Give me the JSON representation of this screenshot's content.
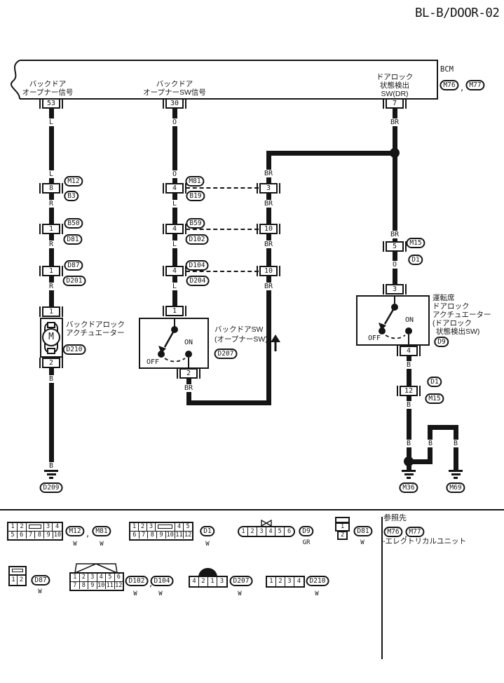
{
  "title": "BL-B/DOOR-02",
  "punct": {
    "comma": ","
  },
  "wire_colors": {
    "L": "L",
    "O": "O",
    "R": "R",
    "B": "B",
    "BR": "BR"
  },
  "bcm": {
    "name": "BCM",
    "conn_left": "M76",
    "conn_right": "M77",
    "pin53": {
      "line1": "バックドア",
      "line2": "オープナー信号",
      "pin": "53"
    },
    "pin30": {
      "line1": "バックドア",
      "line2": "オープナーSW信号",
      "pin": "30"
    },
    "pin7": {
      "line1": "ドアロック",
      "line2": "状態検出",
      "line3": "SW(DR)",
      "pin": "7"
    }
  },
  "inline_connectors": {
    "c8": {
      "pin": "8",
      "top": "M12",
      "bottom": "B3"
    },
    "c1a": {
      "pin": "1",
      "top": "B50",
      "bottom": "D81"
    },
    "c1b": {
      "pin": "1",
      "top": "D87",
      "bottom": "D201"
    },
    "c4a": {
      "pin": "4",
      "top": "M81",
      "bottom": "B19"
    },
    "c4b": {
      "pin": "4",
      "top": "B59",
      "bottom": "D102"
    },
    "c4c": {
      "pin": "4",
      "top": "D104",
      "bottom": "D204"
    },
    "c3": {
      "pin": "3"
    },
    "c10a": {
      "pin": "10"
    },
    "c10b": {
      "pin": "10"
    },
    "c5": {
      "pin": "5",
      "top": "M15",
      "bottom": "D1"
    },
    "c12": {
      "pin": "12",
      "top": "D1",
      "bottom": "M15"
    }
  },
  "back_door_lock_actuator": {
    "pin_top": "1",
    "pin_bottom": "2",
    "motor": "M",
    "line1": "バックドアロック",
    "line2": "アクチュエーター",
    "id": "D210"
  },
  "back_door_switch": {
    "pin_top": "1",
    "pin_bottom": "2",
    "on": "ON",
    "off": "OFF",
    "line1": "バックドアSW",
    "line2": "(オープナーSW)",
    "id": "D207"
  },
  "door_lock_actuator": {
    "pin_top": "3",
    "pin_bottom": "4",
    "on": "ON",
    "off": "OFF",
    "line1": "運転席",
    "line2": "ドアロック",
    "line3": "アクチュエーター",
    "line4": "(ドアロック",
    "line5": "状態検出SW)",
    "id": "D9"
  },
  "grounds": {
    "d209": "D209",
    "m36": "M36",
    "m69": "M69"
  },
  "footer": {
    "m12": {
      "row1": [
        "1",
        "2",
        "3",
        "4"
      ],
      "row2": [
        "5",
        "6",
        "7",
        "8",
        "9",
        "10"
      ],
      "id1": "M12",
      "id2": "M81",
      "color1": "W",
      "color2": "W"
    },
    "d1": {
      "row1": [
        "1",
        "2",
        "3",
        "4",
        "5"
      ],
      "row2": [
        "6",
        "7",
        "8",
        "9",
        "10",
        "11",
        "12"
      ],
      "id": "D1",
      "color": "W"
    },
    "d9": {
      "cells": [
        "1",
        "2",
        "3",
        "4",
        "5",
        "6"
      ],
      "id": "D9",
      "color": "GR"
    },
    "d81": {
      "cells": [
        "1",
        "2"
      ],
      "id": "D81",
      "color": "W"
    },
    "d87": {
      "cells": [
        "1",
        "2"
      ],
      "id": "D87",
      "color": "W"
    },
    "d102": {
      "row1": [
        "1",
        "2",
        "3",
        "4",
        "5",
        "6"
      ],
      "row2": [
        "7",
        "8",
        "9",
        "10",
        "11",
        "12"
      ],
      "id1": "D102",
      "id2": "D104",
      "color1": "W",
      "color2": "W"
    },
    "d207": {
      "cells": [
        "4",
        "2",
        "1",
        "3"
      ],
      "id": "D207",
      "color": "W"
    },
    "d210": {
      "cells": [
        "1",
        "2",
        "3",
        "4"
      ],
      "id": "D210",
      "color": "W"
    },
    "reference": {
      "title": "参照先",
      "conn_left": "M76",
      "conn_right": "M77",
      "note": "-エレクトリカルユニット"
    }
  }
}
